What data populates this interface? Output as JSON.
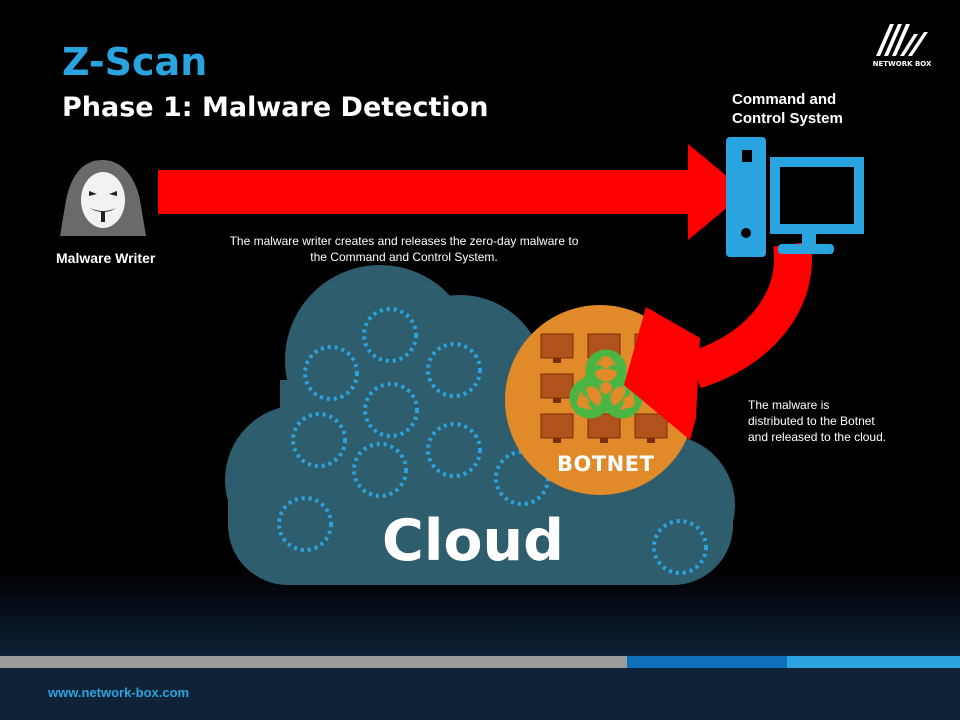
{
  "slide": {
    "title": "Z-Scan",
    "subtitle": "Phase 1: Malware Detection",
    "logo_text": "NETWORK BOX",
    "cc_label_line1": "Command and",
    "cc_label_line2": "Control System",
    "malware_writer_label": "Malware Writer",
    "description_1": "The malware writer creates and releases the zero-day malware to the Command and Control System.",
    "description_2": "The malware is distributed to the Botnet and released to the cloud.",
    "botnet_label": "BOTNET",
    "cloud_label": "Cloud",
    "footer_url": "www.network-box.com"
  },
  "colors": {
    "title": "#2aa4de",
    "arrow": "#ff0000",
    "cloud": "#2e5e6e",
    "cloud_rings": "#2aa4de",
    "botnet_circle": "#e08a2a",
    "biohazard": "#4bb543",
    "computer": "#2aa4de",
    "footer_gray": "#9b9b9b",
    "footer_dark_blue": "#0f6fb8",
    "footer_light_blue": "#2aa4de"
  },
  "icons": [
    "hacker-mask-icon",
    "computer-icon",
    "biohazard-icon",
    "network-box-logo"
  ]
}
